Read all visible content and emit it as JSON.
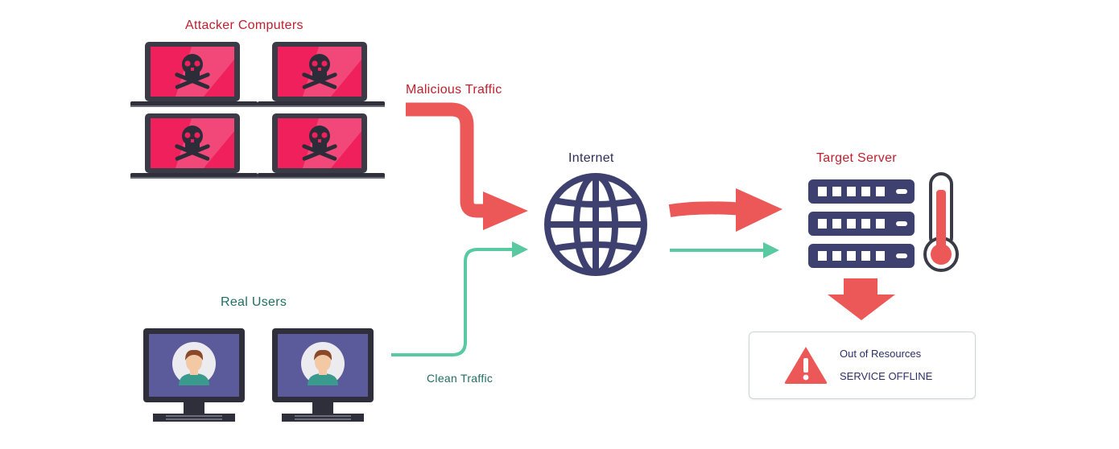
{
  "labels": {
    "attackers": "Attacker Computers",
    "malicious": "Malicious Traffic",
    "internet": "Internet",
    "target": "Target Server",
    "real_users": "Real Users",
    "clean": "Clean Traffic"
  },
  "status": {
    "line1": "Out of Resources",
    "line2": "SERVICE OFFLINE"
  },
  "colors": {
    "malicious": "#ec5858",
    "clean": "#58c9a0",
    "navy": "#3e4170",
    "laptop_screen": "#f0205c",
    "monitor_screen": "#5b5a9a"
  },
  "icons": [
    "skull-crossbones-icon",
    "globe-icon",
    "server-rack-icon",
    "thermometer-icon",
    "warning-triangle-icon",
    "user-avatar-icon"
  ]
}
